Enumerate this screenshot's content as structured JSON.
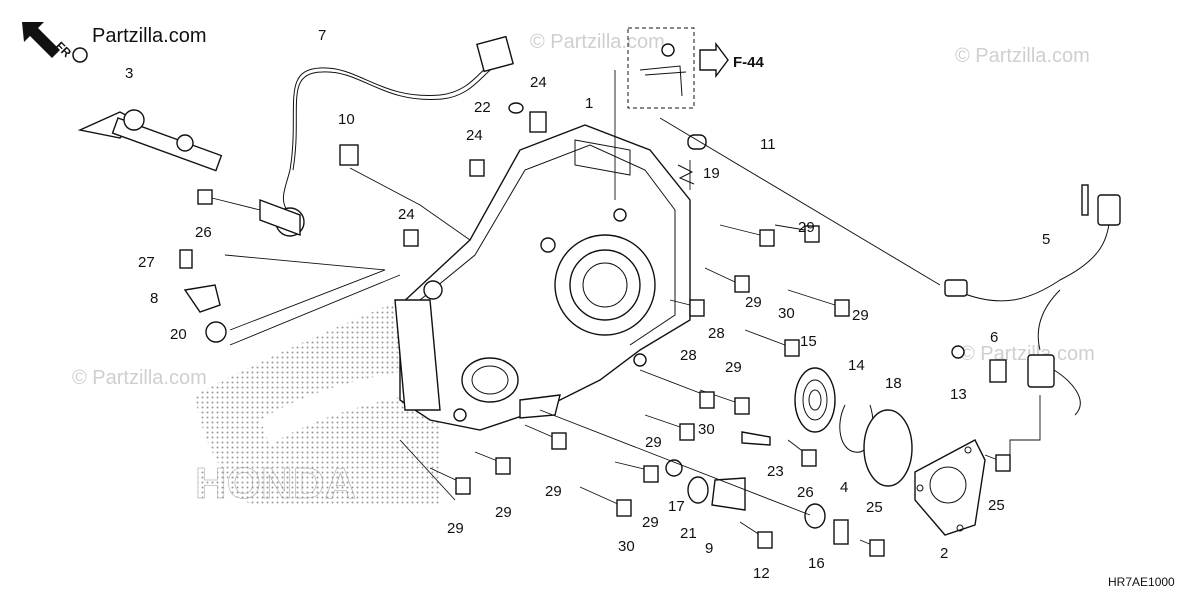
{
  "watermark": {
    "brand": "Partzilla.com",
    "repeated": "© Partzilla.com"
  },
  "front_marker": "FR",
  "reference_label": "F-44",
  "diagram_code": "HR7AE1000",
  "brand_logo_text": "HONDA",
  "callouts": [
    "1",
    "2",
    "3",
    "4",
    "5",
    "6",
    "7",
    "8",
    "9",
    "10",
    "11",
    "12",
    "13",
    "14",
    "15",
    "16",
    "17",
    "18",
    "19",
    "20",
    "21",
    "22",
    "23",
    "24",
    "25",
    "26",
    "27",
    "28",
    "29",
    "30"
  ],
  "colors": {
    "ink": "#111111",
    "watermark": "#cfcfcf",
    "background": "#ffffff"
  }
}
